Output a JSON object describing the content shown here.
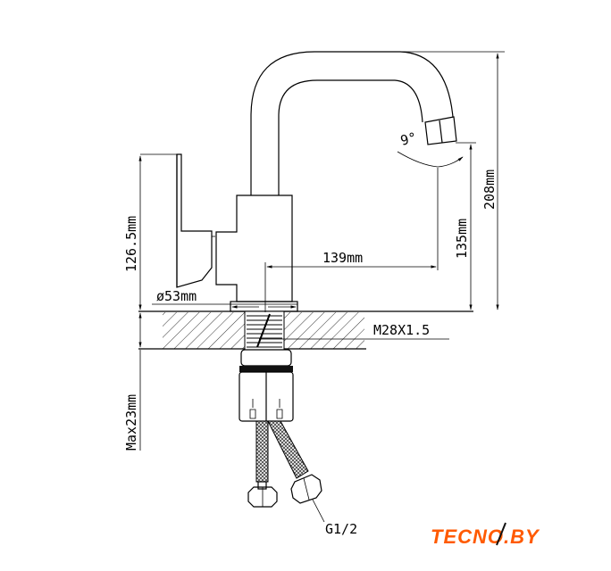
{
  "dimensions": {
    "total_height": "208mm",
    "spout_height": "135mm",
    "spout_reach": "139mm",
    "handle_height": "126.5mm",
    "base_diameter": "ø53mm",
    "thread": "M28X1.5",
    "max_counter_thickness": "Max23mm",
    "spout_angle": "9°",
    "hose_connection": "G1/2"
  },
  "logo": {
    "text": "TECNO.BY",
    "color": "#ff5a00"
  }
}
